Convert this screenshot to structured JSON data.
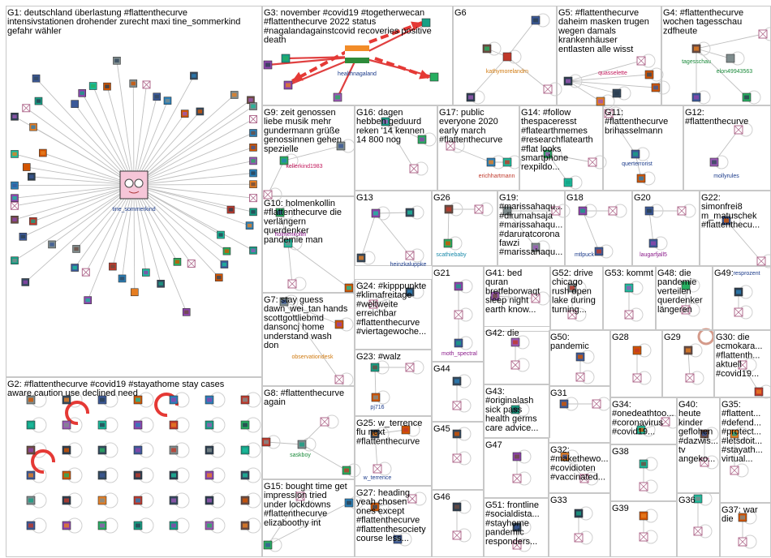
{
  "groups": [
    {
      "id": "G1",
      "lines": [
        "G1: deutschland überlastung #flattenthecurve",
        "intensivstationen drohender zurecht maxi tine_sommerkind",
        "gefahr wähler"
      ]
    },
    {
      "id": "G2",
      "lines": [
        "G2: #flattenthecurve #covid19 #stayathome stay cases",
        "aware caution use declined need"
      ]
    },
    {
      "id": "G3",
      "lines": [
        "G3: november #covid19 #togetherwecan",
        "#flattenthecurve 2022 status",
        "#nagalandagainstcovid recoveries positive",
        "death"
      ]
    },
    {
      "id": "G4",
      "lines": [
        "G4: #flattenthecurve",
        "wochen tagesschau",
        "zdfheute"
      ]
    },
    {
      "id": "G5",
      "lines": [
        "G5: #flattenthecurve",
        "daheim masken trugen",
        "wegen damals",
        "krankenhäuser",
        "entlasten alle wisst"
      ]
    },
    {
      "id": "G6",
      "lines": [
        "G6"
      ]
    },
    {
      "id": "G7",
      "lines": [
        "G7: stay guess",
        "dawn_wei_tan hands",
        "scottgottliebmd",
        "dansoncj home",
        "understand wash",
        "don"
      ]
    },
    {
      "id": "G8",
      "lines": [
        "G8: #flattenthecurve",
        "again"
      ]
    },
    {
      "id": "G9",
      "lines": [
        "G9: zeit genossen",
        "liebe musik mehr",
        "gundermann grüße",
        "genossinnen gehen",
        "spezielle"
      ]
    },
    {
      "id": "G10",
      "lines": [
        "G10: holmenkollin",
        "#flattenthecurve die",
        "verlängern",
        "querdenker",
        "pandemie man"
      ]
    },
    {
      "id": "G11",
      "lines": [
        "G11:",
        "#flattenthecurve",
        "brihasselmann"
      ]
    },
    {
      "id": "G12",
      "lines": [
        "G12:",
        "#flattenthecurve"
      ]
    },
    {
      "id": "G13",
      "lines": [
        "G13"
      ]
    },
    {
      "id": "G14",
      "lines": [
        "G14: #follow",
        "thespaceresst",
        "#flatearthmemes",
        "#researchflatearth",
        "#flat looks",
        "smartphone",
        "rexpildo..."
      ]
    },
    {
      "id": "G15",
      "lines": [
        "G15: bought time get",
        "impression tried",
        "under lockdowns",
        "#flattenthecurve",
        "elizaboothy int"
      ]
    },
    {
      "id": "G16",
      "lines": [
        "G16: dagen",
        "hebben geduurd",
        "reken '14 kennen",
        "14 800 nog"
      ]
    },
    {
      "id": "G17",
      "lines": [
        "G17: public",
        "everyone 2020",
        "early march",
        "#flattenthecurve"
      ]
    },
    {
      "id": "G18",
      "lines": [
        "G18"
      ]
    },
    {
      "id": "G19",
      "lines": [
        "G19:",
        "#marissahaqu...",
        "#dirumahsaja",
        "#marissahaqu...",
        "#daruratcorona",
        "fawzi",
        "#marissahaqu..."
      ]
    },
    {
      "id": "G20",
      "lines": [
        "G20"
      ]
    },
    {
      "id": "G21",
      "lines": [
        "G21"
      ]
    },
    {
      "id": "G22",
      "lines": [
        "G22:",
        "simonfrei8",
        "m_matuschek",
        "#flattenthecu..."
      ]
    },
    {
      "id": "G23",
      "lines": [
        "G23: #walz"
      ]
    },
    {
      "id": "G24",
      "lines": [
        "G24: #kipppunkte",
        "#klimafreitage",
        "#weltweite",
        "erreichbar",
        "#flattenthecurve",
        "#viertagewoche..."
      ]
    },
    {
      "id": "G25",
      "lines": [
        "G25: w_terrence",
        "flu next",
        "#flattenthecurve"
      ]
    },
    {
      "id": "G26",
      "lines": [
        "G26"
      ]
    },
    {
      "id": "G27",
      "lines": [
        "G27: heading",
        "yeah chosen",
        "ones except",
        "#flattenthecurve",
        "#flattenthesociety",
        "course less..."
      ]
    },
    {
      "id": "G28",
      "lines": [
        "G28"
      ]
    },
    {
      "id": "G29",
      "lines": [
        "G29"
      ]
    },
    {
      "id": "G30",
      "lines": [
        "G30: die",
        "ecmokara...",
        "#flattenth...",
        "aktuell",
        "#covid19..."
      ]
    },
    {
      "id": "G31",
      "lines": [
        "G31"
      ]
    },
    {
      "id": "G32",
      "lines": [
        "G32:",
        "#makethewo...",
        "#covidioten",
        "#vaccinated..."
      ]
    },
    {
      "id": "G33",
      "lines": [
        "G33"
      ]
    },
    {
      "id": "G34",
      "lines": [
        "G34:",
        "#onedeathtoo...",
        "#coronavirus",
        "#covid19..."
      ]
    },
    {
      "id": "G35",
      "lines": [
        "G35:",
        "#flattent...",
        "#defend...",
        "#protect...",
        "#letsdoit...",
        "#stayath...",
        "virtual..."
      ]
    },
    {
      "id": "G36",
      "lines": [
        "G36"
      ]
    },
    {
      "id": "G37",
      "lines": [
        "G37: war",
        "die"
      ]
    },
    {
      "id": "G38",
      "lines": [
        "G38"
      ]
    },
    {
      "id": "G39",
      "lines": [
        "G39"
      ]
    },
    {
      "id": "G40",
      "lines": [
        "G40:",
        "heute",
        "kinder",
        "geflohen",
        "#dazwis...",
        "tv",
        "angeko..."
      ]
    },
    {
      "id": "G41",
      "lines": [
        "G41: bed",
        "quran",
        "bretfeborwaqt",
        "sleep night",
        "earth know..."
      ]
    },
    {
      "id": "G42",
      "lines": [
        "G42: die"
      ]
    },
    {
      "id": "G43",
      "lines": [
        "G43:",
        "#originalash",
        "sick pass",
        "health germs",
        "care advice..."
      ]
    },
    {
      "id": "G44",
      "lines": [
        "G44"
      ]
    },
    {
      "id": "G45",
      "lines": [
        "G45"
      ]
    },
    {
      "id": "G46",
      "lines": [
        "G46"
      ]
    },
    {
      "id": "G47",
      "lines": [
        "G47"
      ]
    },
    {
      "id": "G48",
      "lines": [
        "G48: die",
        "pandemie",
        "verteilen",
        "querdenker",
        "längeren"
      ]
    },
    {
      "id": "G49",
      "lines": [
        "G49:"
      ]
    },
    {
      "id": "G50",
      "lines": [
        "G50:",
        "pandemic"
      ]
    },
    {
      "id": "G51",
      "lines": [
        "G51: frontline",
        "#socialdista...",
        "#stayhome",
        "pandemic",
        "responders..."
      ]
    },
    {
      "id": "G52",
      "lines": [
        "G52: drive",
        "chicago",
        "rush open",
        "lake during",
        "turning..."
      ]
    },
    {
      "id": "G53",
      "lines": [
        "G53: kommt"
      ]
    }
  ],
  "users": [
    {
      "name": "tine_sommerkind",
      "color": "#1a3a8a"
    },
    {
      "name": "healthnagaland",
      "color": "#1a3a8a"
    },
    {
      "name": "kathymorelandrn",
      "color": "#d07a10"
    },
    {
      "name": "quasselette",
      "color": "#c2185b"
    },
    {
      "name": "tagesschau",
      "color": "#1a8a3a"
    },
    {
      "name": "elon49943563",
      "color": "#1a8a3a"
    },
    {
      "name": "kellerkind1983",
      "color": "#c2185b"
    },
    {
      "name": "holmenkollin",
      "color": "#8a1a8a"
    },
    {
      "name": "erichhartmann",
      "color": "#c0392b"
    },
    {
      "name": "querterrorist",
      "color": "#1a3a8a"
    },
    {
      "name": "mollyrules",
      "color": "#1a3a8a"
    },
    {
      "name": "heinzkaluppke",
      "color": "#1a3a8a"
    },
    {
      "name": "scathiebaby",
      "color": "#1a8aaa"
    },
    {
      "name": "mtlpuck",
      "color": "#1a3a8a"
    },
    {
      "name": "laugarfjall5",
      "color": "#8a1a8a"
    },
    {
      "name": "moth_spectral",
      "color": "#8a1a8a"
    },
    {
      "name": "observationdesk",
      "color": "#d07a10"
    },
    {
      "name": "pj716",
      "color": "#1a3a8a"
    },
    {
      "name": "saskboy",
      "color": "#1a8a3a"
    },
    {
      "name": "w_terrence",
      "color": "#1a3a8a"
    },
    {
      "name": "resprozent",
      "color": "#1a3a8a"
    }
  ],
  "colors": {
    "box_border": "#c8c8c8",
    "edge": "#bfbfbf",
    "highlight_edge": "#e53935",
    "text": "#000000"
  }
}
